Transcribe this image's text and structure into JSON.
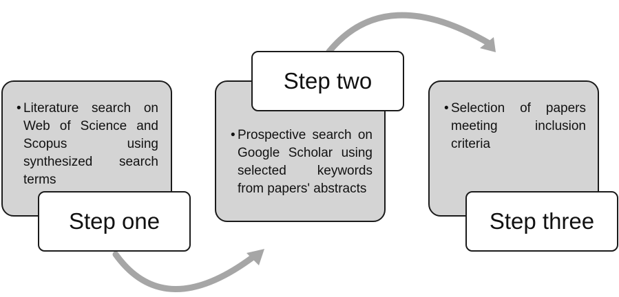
{
  "steps": [
    {
      "label": "Step one",
      "text": "Literature search on Web of Science and Scopus using synthesized search terms"
    },
    {
      "label": "Step two",
      "text": "Prospective search on Google Scholar using selected keywords from papers' abstracts"
    },
    {
      "label": "Step three",
      "text": "Selection of papers meeting inclusion criteria"
    }
  ],
  "colors": {
    "box_fill": "#d4d4d4",
    "label_fill": "#ffffff",
    "outline": "#1a1a1a",
    "arrow": "#a6a6a6"
  },
  "bullet_glyph": "•"
}
